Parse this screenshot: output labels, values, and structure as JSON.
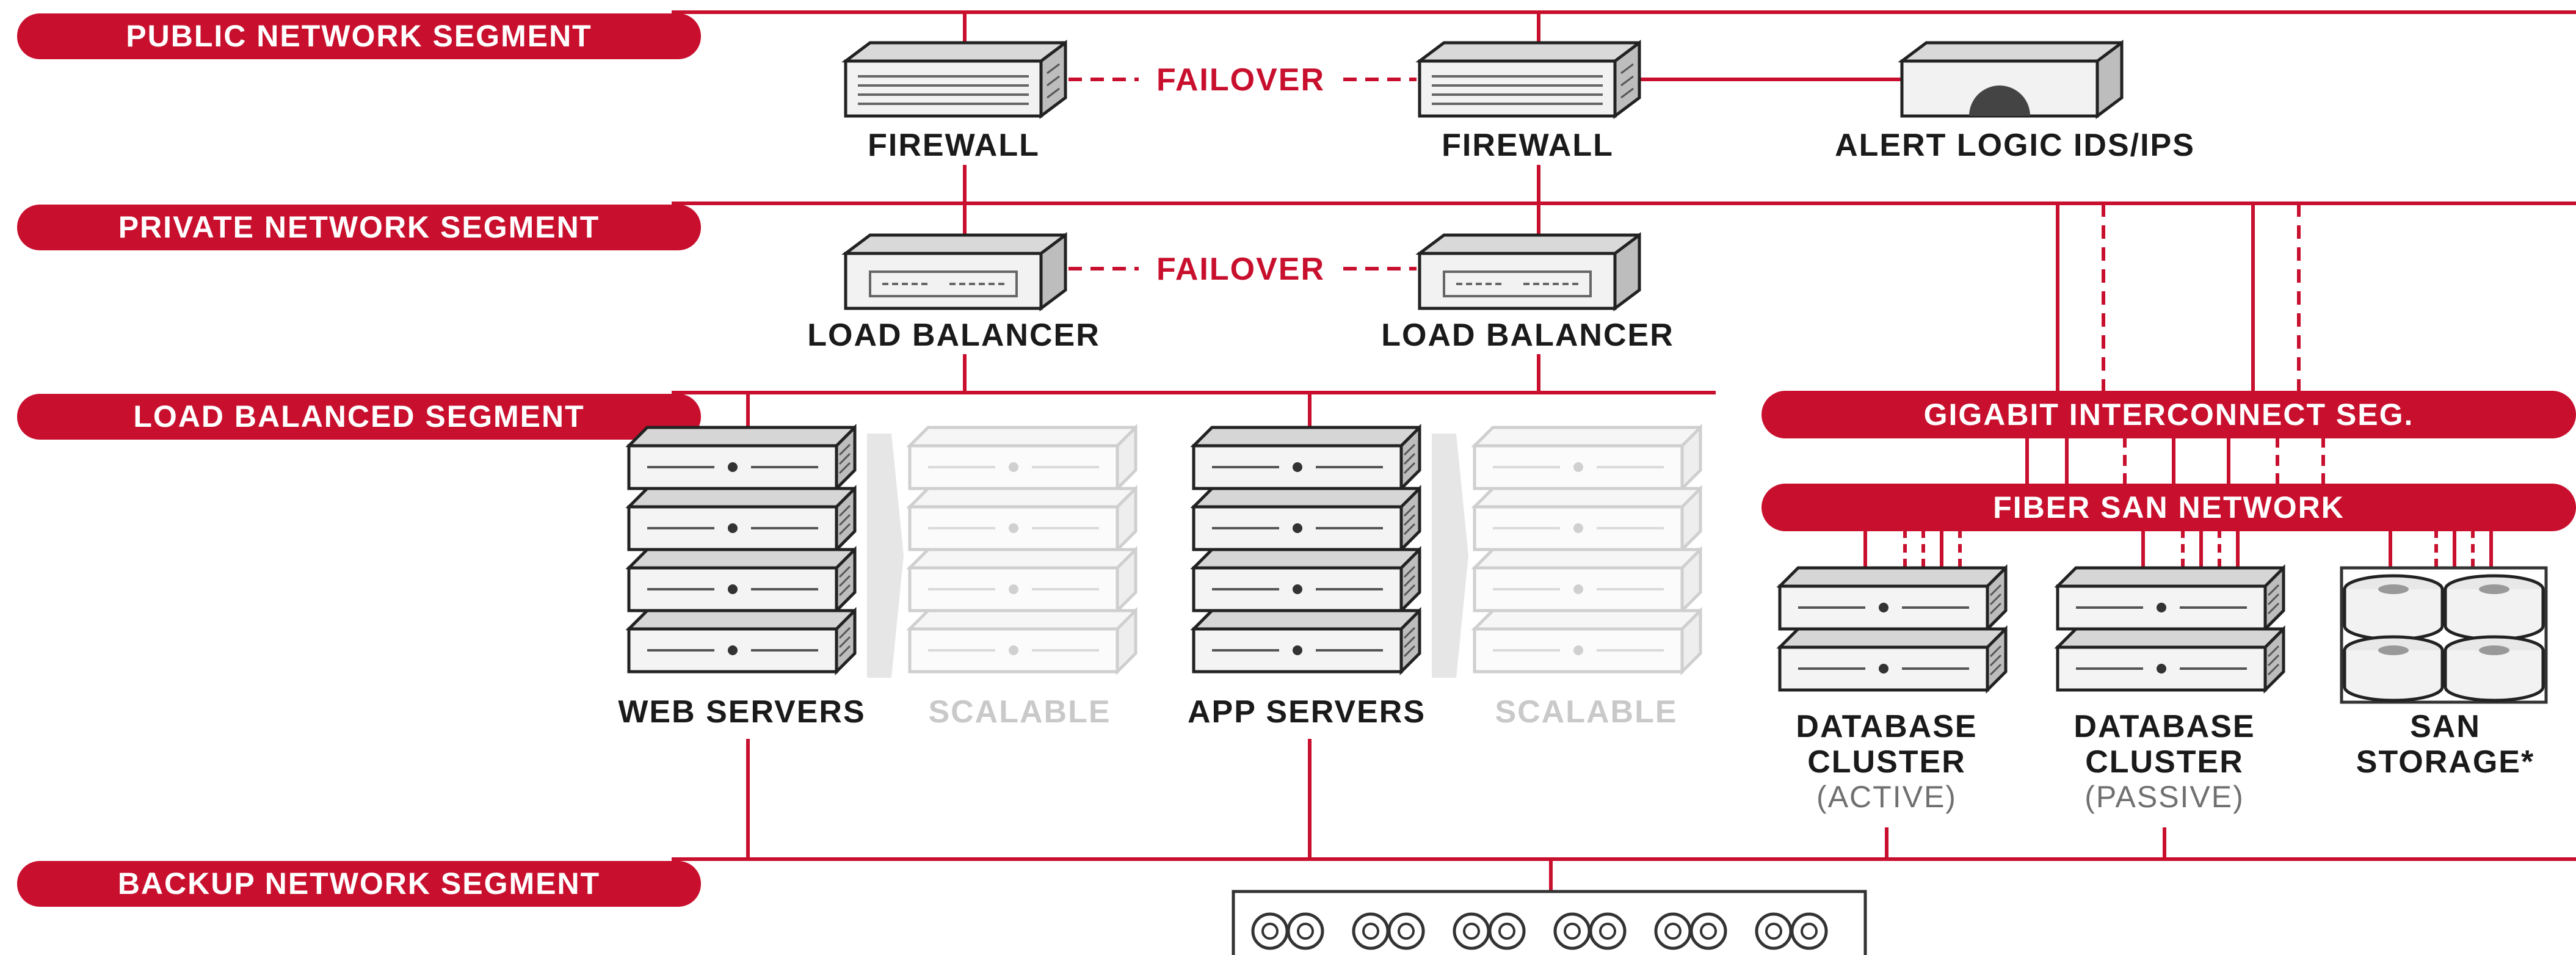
{
  "segments": {
    "public": "PUBLIC NETWORK SEGMENT",
    "private": "PRIVATE NETWORK SEGMENT",
    "load_balanced": "LOAD BALANCED SEGMENT",
    "gigabit": "GIGABIT INTERCONNECT SEG.",
    "fiber": "FIBER SAN NETWORK",
    "backup": "BACKUP NETWORK SEGMENT"
  },
  "labels": {
    "failover": "FAILOVER",
    "firewall": "FIREWALL",
    "ids": "ALERT LOGIC IDS/IPS",
    "load_balancer": "LOAD BALANCER",
    "web_servers": "WEB SERVERS",
    "app_servers": "APP SERVERS",
    "scalable": "SCALABLE",
    "database": "DATABASE",
    "cluster": "CLUSTER",
    "active": "(ACTIVE)",
    "passive": "(PASSIVE)",
    "san": "SAN",
    "storage": "STORAGE*"
  },
  "colors": {
    "accent": "#c8102e",
    "ink": "#1a1a1a",
    "ghost": "#cccccc"
  }
}
